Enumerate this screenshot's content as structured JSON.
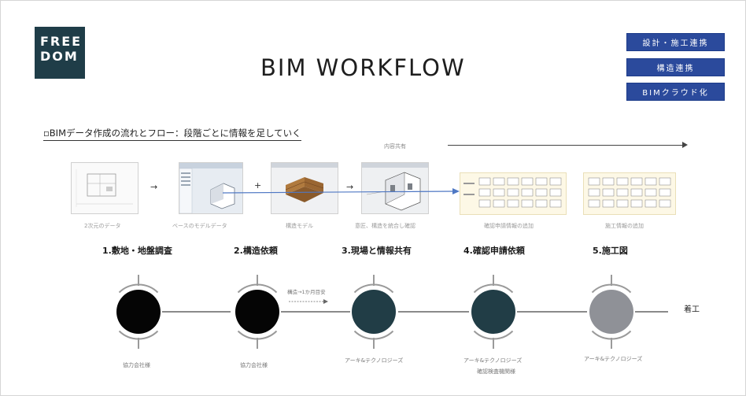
{
  "logo": {
    "line1": "FREE",
    "line2": "DOM"
  },
  "title": "BIM WORKFLOW",
  "tags": [
    "設計・施工連携",
    "構造連携",
    "BIMクラウド化"
  ],
  "subtitle": "▫BIMデータ作成の流れとフロー：段階ごとに情報を足していく",
  "share_label": "内容共有",
  "operators": [
    "→",
    "+",
    "→"
  ],
  "captions": [
    "2次元のデータ",
    "ベースのモデルデータ",
    "構造モデル",
    "意匠、構造を統合し確認",
    "確認申請情報の追加",
    "施工情報の追加"
  ],
  "steps": [
    "1.敷地・地盤調査",
    "2.構造依頼",
    "3.現場と情報共有",
    "4.確認申請依頼",
    "5.施工図"
  ],
  "timeline": {
    "end_label": "着工",
    "period_note": "構造→1か月目安",
    "node_colors": [
      "#050505",
      "#050505",
      "#213d46",
      "#213d46",
      "#8f9197"
    ],
    "under_labels": [
      "協力会社様",
      "協力会社様",
      "アーキ&テクノロジーズ",
      "アーキ&テクノロジーズ",
      "アーキ&テクノロジーズ"
    ],
    "under_label_extra": "確認検査機関様"
  },
  "colors": {
    "brand": "#1f3d48",
    "tag_bg": "#2b4a9c"
  }
}
